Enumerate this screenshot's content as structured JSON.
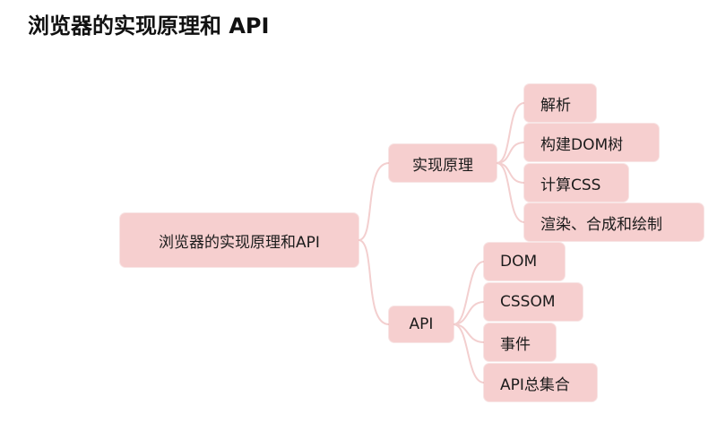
{
  "page": {
    "title": "浏览器的实现原理和 API"
  },
  "mindmap": {
    "root": "浏览器的实现原理和API",
    "branches": [
      {
        "label": "实现原理",
        "children": [
          "解析",
          "构建DOM树",
          "计算CSS",
          "渲染、合成和绘制"
        ]
      },
      {
        "label": "API",
        "children": [
          "DOM",
          "CSSOM",
          "事件",
          "API总集合"
        ]
      }
    ]
  },
  "colors": {
    "node_fill": "#f6cfcf",
    "connector": "#f3cfcf",
    "title_text": "#111111"
  }
}
